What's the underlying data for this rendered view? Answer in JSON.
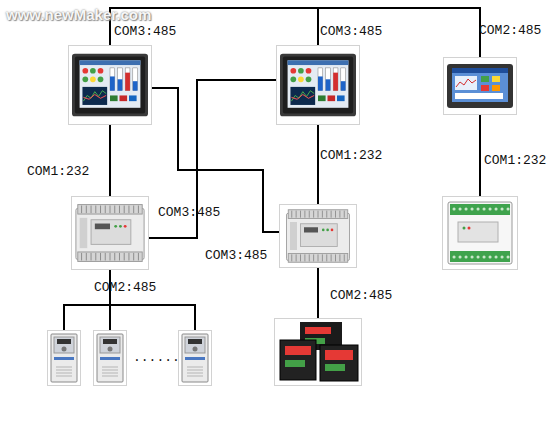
{
  "diagram": {
    "nodes": [
      {
        "text": [
          "COM3:485"
        ]
      },
      {
        "text": [
          "COM3:485"
        ]
      },
      {
        "text": [
          "COM2:485"
        ]
      },
      {
        "text": []
      },
      {
        "text": []
      },
      {
        "text": []
      },
      {
        "text": []
      },
      {
        "text": []
      },
      {
        "text": []
      },
      {
        "text": []
      }
    ],
    "edges": [
      {
        "from": 0,
        "to": 1,
        "arrow": "none"
      },
      {
        "from": 1,
        "to": 2,
        "arrow": "none"
      },
      {
        "from": 0,
        "to": 3,
        "label": "COM1:232",
        "arrow": "none"
      },
      {
        "from": 1,
        "to": 4,
        "label": "COM1:232",
        "arrow": "none"
      },
      {
        "from": 2,
        "to": 5,
        "label": "COM1:232",
        "arrow": "none"
      },
      {
        "from": 1,
        "to": 3,
        "label": "COM3:485",
        "arrow": "none"
      },
      {
        "from": 0,
        "to": 4,
        "label": "COM3:485",
        "arrow": "none"
      },
      {
        "from": 3,
        "to": 6,
        "label": "COM2:485",
        "arrow": "none"
      },
      {
        "from": 3,
        "to": 7,
        "arrow": "none"
      },
      {
        "from": 3,
        "to": 8,
        "arrow": "none"
      },
      {
        "from": 4,
        "to": 9,
        "label": "COM2:485",
        "arrow": "none"
      }
    ],
    "labels": [
      "www.newMaker.com",
      "......"
    ]
  }
}
